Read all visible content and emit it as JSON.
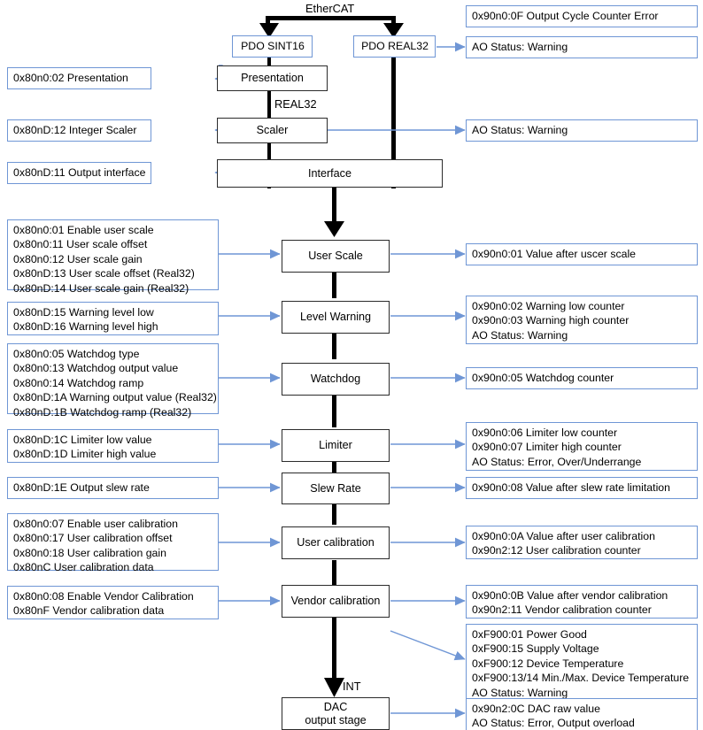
{
  "diagram": {
    "title": "EtherCAT analog output data flow",
    "bus_label": "EtherCAT",
    "colors": {
      "box_border_blue": "#6f96d5",
      "block_border_black": "#2b2b2b",
      "path_black": "#000000",
      "arrow_blue": "#6f96d5",
      "background": "#ffffff"
    },
    "pdo": [
      {
        "label": "PDO SINT16"
      },
      {
        "label": "PDO REAL32"
      }
    ],
    "edge_labels": [
      {
        "label": "REAL32"
      },
      {
        "label": "INT"
      }
    ],
    "blocks": [
      {
        "id": "presentation",
        "label": "Presentation"
      },
      {
        "id": "scaler",
        "label": "Scaler"
      },
      {
        "id": "interface",
        "label": "Interface"
      },
      {
        "id": "user-scale",
        "label": "User Scale"
      },
      {
        "id": "level-warning",
        "label": "Level Warning"
      },
      {
        "id": "watchdog",
        "label": "Watchdog"
      },
      {
        "id": "limiter",
        "label": "Limiter"
      },
      {
        "id": "slew-rate",
        "label": "Slew Rate"
      },
      {
        "id": "user-calibration",
        "label": "User calibration"
      },
      {
        "id": "vendor-calibration",
        "label": "Vendor calibration"
      },
      {
        "id": "dac-line1",
        "label": "DAC"
      },
      {
        "id": "dac-line2",
        "label": "output stage"
      }
    ],
    "inputs": [
      {
        "id": "in-presentation",
        "lines": [
          "0x80n0:02 Presentation"
        ]
      },
      {
        "id": "in-scaler",
        "lines": [
          "0x80nD:12 Integer Scaler"
        ]
      },
      {
        "id": "in-interface",
        "lines": [
          "0x80nD:11 Output interface"
        ]
      },
      {
        "id": "in-user-scale",
        "lines": [
          "0x80n0:01 Enable user scale",
          "0x80n0:11 User scale offset",
          "0x80n0:12 User scale gain",
          "0x80nD:13 User scale offset (Real32)",
          "0x80nD:14 User scale gain (Real32)"
        ]
      },
      {
        "id": "in-level-warning",
        "lines": [
          "0x80nD:15 Warning level low",
          "0x80nD:16 Warning level high"
        ]
      },
      {
        "id": "in-watchdog",
        "lines": [
          "0x80n0:05 Watchdog type",
          "0x80n0:13 Watchdog output value",
          "0x80n0:14 Watchdog ramp",
          "0x80nD:1A Warning output value (Real32)",
          "0x80nD:1B Watchdog ramp (Real32)"
        ]
      },
      {
        "id": "in-limiter",
        "lines": [
          "0x80nD:1C Limiter low value",
          "0x80nD:1D Limiter high value"
        ]
      },
      {
        "id": "in-slew-rate",
        "lines": [
          "0x80nD:1E Output slew rate"
        ]
      },
      {
        "id": "in-user-calibration",
        "lines": [
          "0x80n0:07 Enable user calibration",
          "0x80n0:17 User calibration offset",
          "0x80n0:18 User calibration gain",
          "0x80nC User calibration data"
        ]
      },
      {
        "id": "in-vendor-calibration",
        "lines": [
          "0x80n0:08 Enable Vendor Calibration",
          "0x80nF Vendor calibration data"
        ]
      }
    ],
    "outputs": [
      {
        "id": "out-cycle-counter-error",
        "lines": [
          "0x90n0:0F Output Cycle Counter Error"
        ]
      },
      {
        "id": "out-pdo-real32-status",
        "lines": [
          "AO Status: Warning"
        ]
      },
      {
        "id": "out-scaler-status",
        "lines": [
          "AO Status: Warning"
        ]
      },
      {
        "id": "out-user-scale",
        "lines": [
          "0x90n0:01 Value after uscer scale"
        ]
      },
      {
        "id": "out-level-warning",
        "lines": [
          "0x90n0:02 Warning low counter",
          "0x90n0:03 Warning high counter",
          "AO Status: Warning"
        ]
      },
      {
        "id": "out-watchdog",
        "lines": [
          "0x90n0:05 Watchdog counter"
        ]
      },
      {
        "id": "out-limiter",
        "lines": [
          "0x90n0:06 Limiter low counter",
          "0x90n0:07 Limiter high counter",
          "AO Status: Error, Over/Underrange"
        ]
      },
      {
        "id": "out-slew-rate",
        "lines": [
          "0x90n0:08 Value after slew rate limitation"
        ]
      },
      {
        "id": "out-user-calibration",
        "lines": [
          "0x90n0:0A Value after user calibration",
          "0x90n2:12 User calibration counter"
        ]
      },
      {
        "id": "out-vendor-calibration",
        "lines": [
          "0x90n0:0B Value after vendor calibration",
          "0x90n2:11 Vendor calibration counter"
        ]
      },
      {
        "id": "out-device-status",
        "lines": [
          "0xF900:01 Power Good",
          "0xF900:15 Supply Voltage",
          "0xF900:12 Device Temperature",
          "0xF900:13/14 Min./Max. Device Temperature",
          "AO Status: Warning"
        ]
      },
      {
        "id": "out-dac",
        "lines": [
          "0x90n2:0C DAC raw value",
          "AO Status: Error, Output overload"
        ]
      }
    ]
  }
}
